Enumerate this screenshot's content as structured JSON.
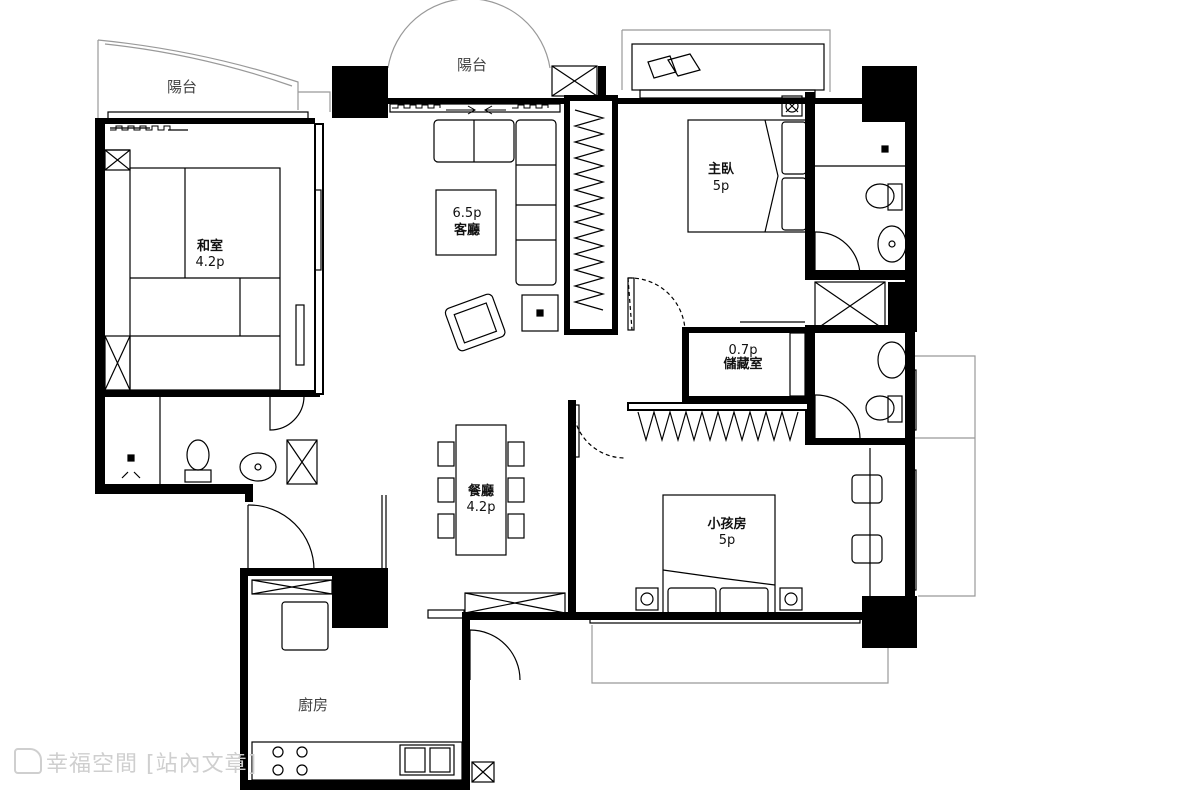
{
  "rooms": {
    "balcony_left": "陽台",
    "balcony_top": "陽台",
    "japanese_room": {
      "name": "和室",
      "size": "4.2p"
    },
    "living_room": {
      "name": "客廳",
      "size": "6.5p"
    },
    "master_bedroom": {
      "name": "主臥",
      "size": "5p"
    },
    "storage_room": {
      "name": "儲藏室",
      "size": "0.7p"
    },
    "dining_room": {
      "name": "餐廳",
      "size": "4.2p"
    },
    "kids_room": {
      "name": "小孩房",
      "size": "5p"
    },
    "kitchen": "廚房"
  },
  "watermark": {
    "icon": "house-logo-icon",
    "brand": "幸福空間",
    "site": "[站內文章]"
  },
  "colors": {
    "wall": "#000000",
    "line": "#111111",
    "light_line": "#999999",
    "watermark": "#cfcfcf"
  }
}
